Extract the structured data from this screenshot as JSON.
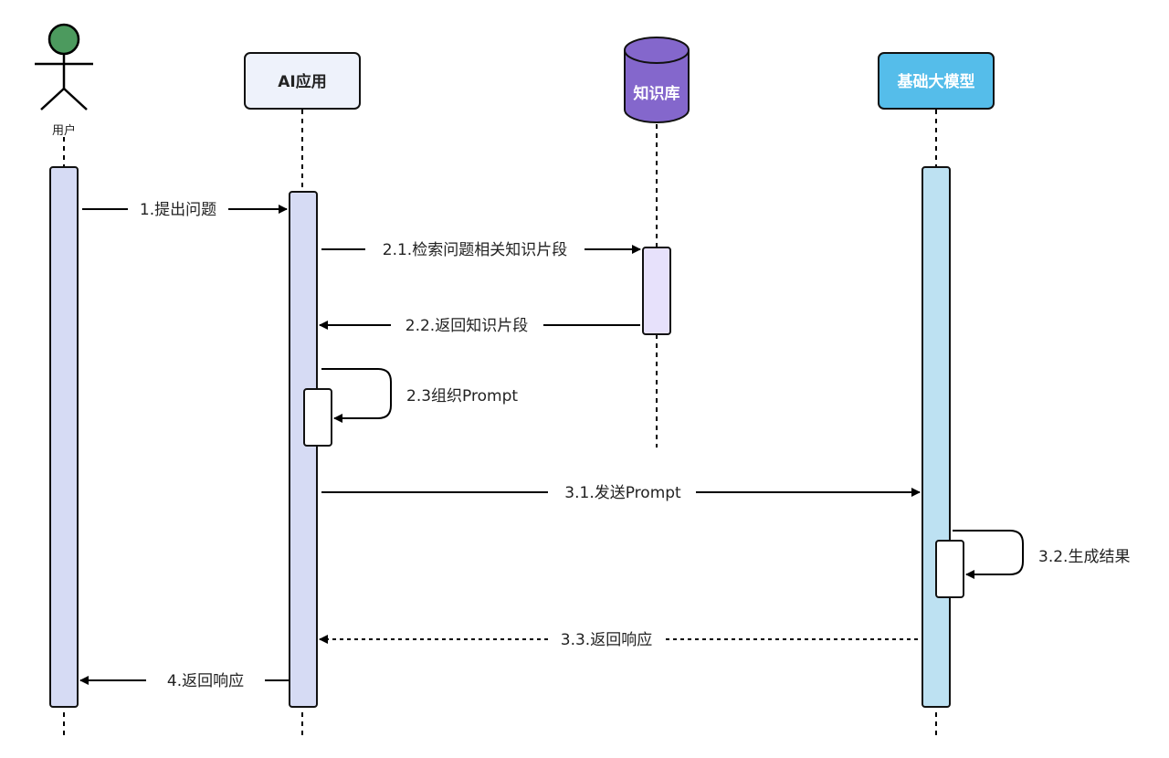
{
  "diagram": {
    "type": "sequence",
    "participants": [
      {
        "id": "user",
        "label": "用户",
        "kind": "actor",
        "head_color": "#4c9a5e"
      },
      {
        "id": "app",
        "label": "AI应用",
        "kind": "box",
        "fill": "#eef2fb",
        "text_color": "#222222"
      },
      {
        "id": "kb",
        "label": "知识库",
        "kind": "database",
        "fill": "#8467cc",
        "text_color": "#ffffff"
      },
      {
        "id": "llm",
        "label": "基础大模型",
        "kind": "box",
        "fill": "#55bdea",
        "text_color": "#ffffff"
      }
    ],
    "activation_colors": {
      "user": "#d6dbf4",
      "app": "#d6dbf4",
      "kb": "#e7e1fb",
      "llm": "#bde1f2",
      "self": "#ffffff"
    },
    "messages": [
      {
        "id": "m1",
        "from": "user",
        "to": "app",
        "label": "1.提出问题",
        "style": "solid"
      },
      {
        "id": "m21",
        "from": "app",
        "to": "kb",
        "label": "2.1.检索问题相关知识片段",
        "style": "solid"
      },
      {
        "id": "m22",
        "from": "kb",
        "to": "app",
        "label": "2.2.返回知识片段",
        "style": "solid"
      },
      {
        "id": "m23",
        "from": "app",
        "to": "app",
        "label": "2.3组织Prompt",
        "style": "self"
      },
      {
        "id": "m31",
        "from": "app",
        "to": "llm",
        "label": "3.1.发送Prompt",
        "style": "solid"
      },
      {
        "id": "m32",
        "from": "llm",
        "to": "llm",
        "label": "3.2.生成结果",
        "style": "self"
      },
      {
        "id": "m33",
        "from": "llm",
        "to": "app",
        "label": "3.3.返回响应",
        "style": "dashed"
      },
      {
        "id": "m4",
        "from": "app",
        "to": "user",
        "label": "4.返回响应",
        "style": "solid"
      }
    ]
  }
}
